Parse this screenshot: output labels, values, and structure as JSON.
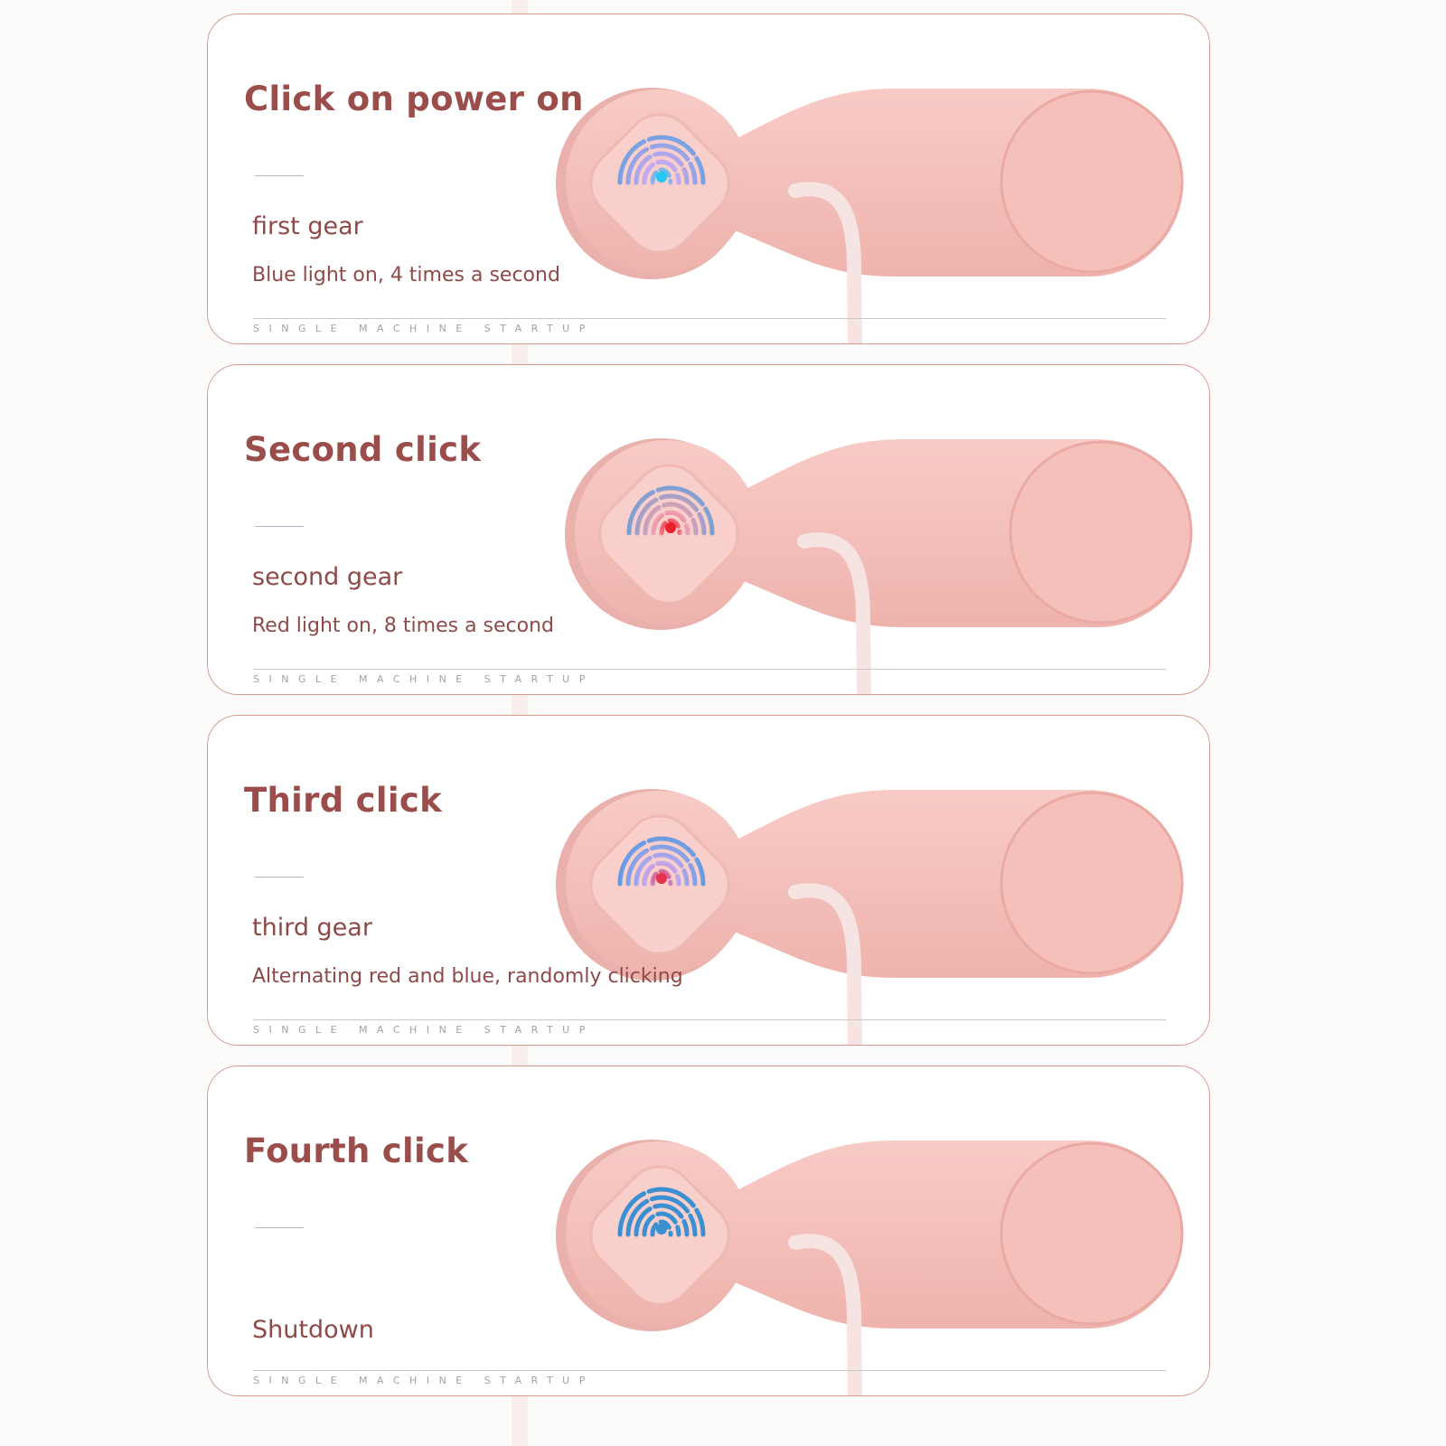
{
  "cards": [
    {
      "title": "Click on power on",
      "gear": "first gear",
      "description": "Blue light on, 4 times a second",
      "footer": "SINGLE MACHINE STARTUP",
      "light": {
        "center": "#22c8f0",
        "ring": "#6aa0e0",
        "ring2": "#c9a8f0"
      }
    },
    {
      "title": "Second click",
      "gear": "second gear",
      "description": "Red light on, 8 times a second",
      "footer": "SINGLE MACHINE STARTUP",
      "light": {
        "center": "#e8202a",
        "ring": "#6aa0d8",
        "ring2": "#f0a0b0"
      }
    },
    {
      "title": "Third click",
      "gear": "third gear",
      "description": "Alternating red and blue, randomly clicking",
      "footer": "SINGLE MACHINE STARTUP",
      "light": {
        "center": "#e83050",
        "ring": "#5a9ae0",
        "ring2": "#c0a8f0"
      }
    },
    {
      "title": "Fourth click",
      "gear": "Shutdown",
      "description": "",
      "footer": "SINGLE MACHINE STARTUP",
      "light": {
        "center": "#3a90d0",
        "ring": "#3a90d0",
        "ring2": "#3a90d0"
      }
    }
  ]
}
